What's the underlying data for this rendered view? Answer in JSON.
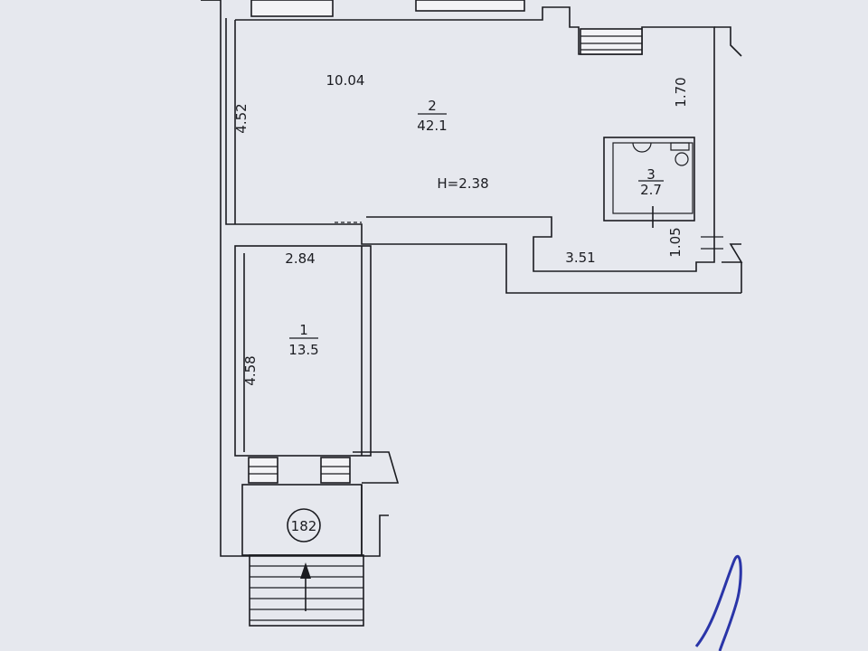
{
  "plan": {
    "rooms": [
      {
        "number": "2",
        "area": "42.1"
      },
      {
        "number": "1",
        "area": "13.5"
      },
      {
        "number": "3",
        "area": "2.7"
      }
    ],
    "dimensions": {
      "room2_width": "10.04",
      "room2_depth": "4.52",
      "corridor_width": "1.70",
      "room1_width": "2.84",
      "room1_depth": "4.58",
      "ledge_length": "3.51",
      "ledge_depth": "1.05"
    },
    "ceiling_height": "H=2.38",
    "building_number": "182"
  }
}
